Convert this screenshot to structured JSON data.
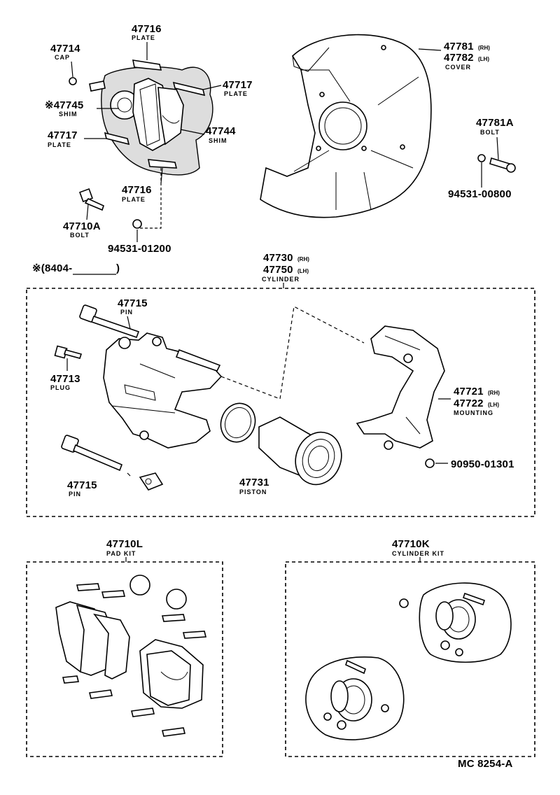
{
  "parts": {
    "p47716_top": {
      "num": "47716",
      "name": "PLATE"
    },
    "p47714": {
      "num": "47714",
      "name": "CAP"
    },
    "p47717_top": {
      "num": "47717",
      "name": "PLATE"
    },
    "p47745": {
      "num": "※47745",
      "name": "SHIM"
    },
    "p47717_mid": {
      "num": "47717",
      "name": "PLATE"
    },
    "p47744": {
      "num": "47744",
      "name": "SHIM"
    },
    "p47716_bot": {
      "num": "47716",
      "name": "PLATE"
    },
    "p47710A": {
      "num": "47710A",
      "name": "BOLT"
    },
    "p94531_01200": {
      "num": "94531-01200"
    },
    "p47781": {
      "num1": "47781",
      "tag1": "(RH)",
      "num2": "47782",
      "tag2": "(LH)",
      "name": "COVER"
    },
    "p47781A": {
      "num": "47781A",
      "name": "BOLT"
    },
    "p94531_00800": {
      "num": "94531-00800"
    },
    "p47730": {
      "num1": "47730",
      "tag1": "(RH)",
      "num2": "47750",
      "tag2": "(LH)",
      "name": "CYLINDER"
    },
    "p47715_top": {
      "num": "47715",
      "name": "PIN"
    },
    "p47713": {
      "num": "47713",
      "name": "PLUG"
    },
    "p47721": {
      "num1": "47721",
      "tag1": "(RH)",
      "num2": "47722",
      "tag2": "(LH)",
      "name": "MOUNTING"
    },
    "p90950_01301": {
      "num": "90950-01301"
    },
    "p47715_bot": {
      "num": "47715",
      "name": "PIN"
    },
    "p47731": {
      "num": "47731",
      "name": "PISTON"
    },
    "p47710L": {
      "num": "47710L",
      "name": "PAD KIT"
    },
    "p47710K": {
      "num": "47710K",
      "name": "CYLINDER KIT"
    }
  },
  "date_note": "※(8404-",
  "date_note_close": ")",
  "footer_code": "MC  8254-A"
}
